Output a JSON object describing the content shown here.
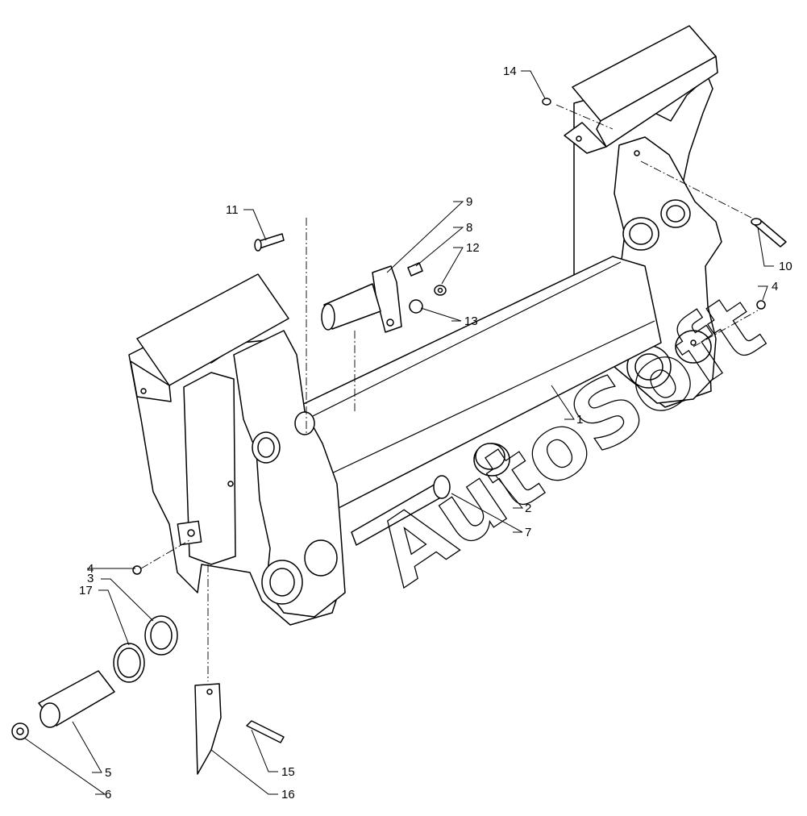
{
  "diagram": {
    "watermark": "AutoSoft",
    "callouts": [
      {
        "id": "c1",
        "label": "1"
      },
      {
        "id": "c2",
        "label": "2"
      },
      {
        "id": "c3",
        "label": "3"
      },
      {
        "id": "c4a",
        "label": "4"
      },
      {
        "id": "c4b",
        "label": "4"
      },
      {
        "id": "c5",
        "label": "5"
      },
      {
        "id": "c6",
        "label": "6"
      },
      {
        "id": "c7",
        "label": "7"
      },
      {
        "id": "c8",
        "label": "8"
      },
      {
        "id": "c9",
        "label": "9"
      },
      {
        "id": "c10",
        "label": "10"
      },
      {
        "id": "c11",
        "label": "11"
      },
      {
        "id": "c12",
        "label": "12"
      },
      {
        "id": "c13",
        "label": "13"
      },
      {
        "id": "c14",
        "label": "14"
      },
      {
        "id": "c15",
        "label": "15"
      },
      {
        "id": "c16",
        "label": "16"
      },
      {
        "id": "c17",
        "label": "17"
      }
    ]
  }
}
